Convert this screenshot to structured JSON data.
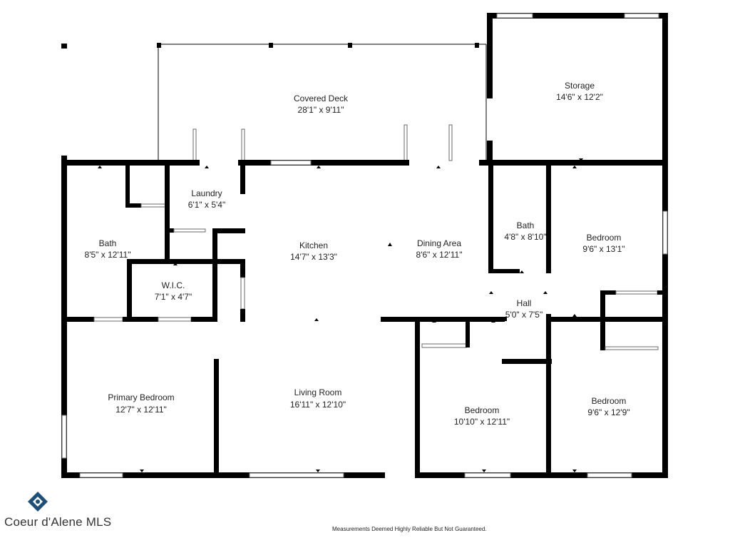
{
  "rooms": {
    "covered_deck": {
      "name": "Covered Deck",
      "dims": "28'1\" x 9'11\""
    },
    "storage": {
      "name": "Storage",
      "dims": "14'6\" x 12'2\""
    },
    "laundry": {
      "name": "Laundry",
      "dims": "6'1\" x 5'4\""
    },
    "bath_primary": {
      "name": "Bath",
      "dims": "8'5\" x 12'11\""
    },
    "kitchen": {
      "name": "Kitchen",
      "dims": "14'7\" x 13'3\""
    },
    "dining_area": {
      "name": "Dining Area",
      "dims": "8'6\" x 12'11\""
    },
    "bath_hall": {
      "name": "Bath",
      "dims": "4'8\" x 8'10\""
    },
    "bedroom_ne": {
      "name": "Bedroom",
      "dims": "9'6\" x 13'1\""
    },
    "wic": {
      "name": "W.I.C.",
      "dims": "7'1\" x 4'7\""
    },
    "hall": {
      "name": "Hall",
      "dims": "5'0\" x 7'5\""
    },
    "primary_bedroom": {
      "name": "Primary Bedroom",
      "dims": "12'7\" x 12'11\""
    },
    "living_room": {
      "name": "Living Room",
      "dims": "16'11\" x 12'10\""
    },
    "bedroom_s": {
      "name": "Bedroom",
      "dims": "10'10\" x 12'11\""
    },
    "bedroom_se": {
      "name": "Bedroom",
      "dims": "9'6\" x 12'9\""
    }
  },
  "footer": {
    "brand": "Coeur d'Alene MLS",
    "disclaimer": "Measurements Deemed Highly Reliable But Not Guaranteed."
  },
  "colors": {
    "wall": "#000000",
    "label": "#222222",
    "brand_mark": "#1e4f78"
  },
  "icons": {
    "brand_logo": "diamond-logo-icon"
  }
}
